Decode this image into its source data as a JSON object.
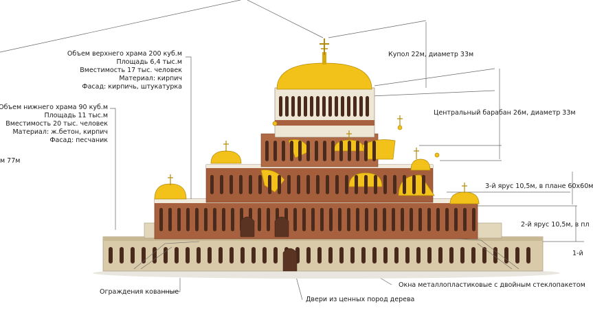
{
  "upper_temple": {
    "volume": "Объем верхнего храма 200 куб.м",
    "area": "Площадь 6,4 тыс.м",
    "capacity": "Вместимость 17 тыс. человек",
    "material": "Материал: кирпич",
    "facade": "Фасад: кирпичь, штукатурка"
  },
  "lower_temple": {
    "volume": "Объем нижнего храма 90 куб.м",
    "area": "Площадь 11 тыс.м",
    "capacity": "Вместимость 20 тыс. человек",
    "material": "Материал: ж.бетон, кирпич",
    "facade": "Фасад: песчаник"
  },
  "height_total": "м 77м",
  "dome": "Купол 22м, диаметр 33м",
  "drum": "Центральный барабан 26м, диаметр 33м",
  "tier3": "3-й ярус 10,5м, в плане 60х60м",
  "tier2": "2-й ярус 10,5м, в пл",
  "tier1": "1-й",
  "railings": "Ограждения кованные",
  "windows": "Окна металлопластиковые с двойным стеклопакетом",
  "doors": "Двери из ценных пород дерева",
  "colors": {
    "gold": "#f2c21a",
    "brick": "#9c5a3c",
    "stone": "#d8c9a8",
    "white": "#f4efe4",
    "line": "#555555"
  }
}
